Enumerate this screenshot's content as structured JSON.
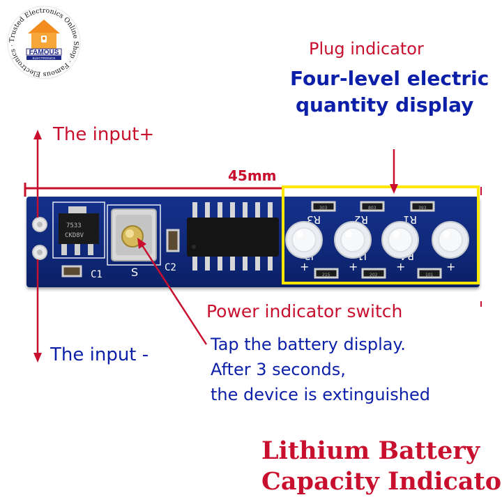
{
  "logo": {
    "ring_text": "Trusted Electronics Online Shop · Famous Electronics ·",
    "brand": "FAMOUS",
    "sub": "ELECTRONICS"
  },
  "labels": {
    "plug_indicator": "Plug indicator",
    "four_level_line1": "Four-level electric",
    "four_level_line2": "quantity display",
    "input_plus": "The input+",
    "input_minus": "The input -",
    "dimension": "45mm",
    "power_switch": "Power indicator switch",
    "power_desc": [
      "Tap the battery display.",
      "After 3 seconds,",
      "the device is extinguished"
    ]
  },
  "title": {
    "line1": "Lithium Battery",
    "line2": "Capacity Indicator"
  },
  "pcb": {
    "regulator_code": "7533",
    "regulator_code2": "CKD8V",
    "silk": [
      "C1",
      "S",
      "C2",
      "R3",
      "R2",
      "R1",
      "J2",
      "J1",
      "R4"
    ],
    "resistors": [
      "303",
      "803",
      "393",
      "215",
      "202",
      "101"
    ]
  },
  "colors": {
    "label_red": "#c8102e",
    "label_blue": "#0b1fa8",
    "pcb_blue": "#15318c",
    "highlight_yellow": "#ffe800"
  }
}
